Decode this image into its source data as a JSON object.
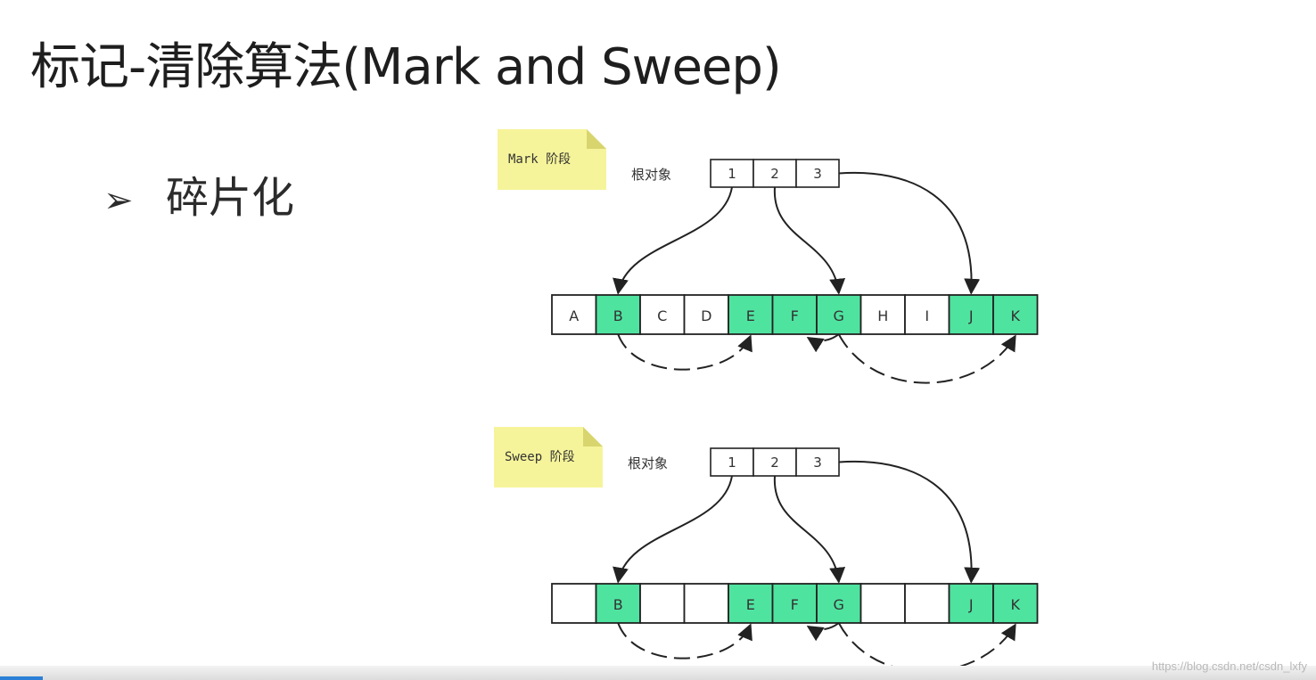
{
  "title": "标记-清除算法(Mark and Sweep)",
  "bullet": {
    "symbol": "➢",
    "text": "碎片化"
  },
  "colors": {
    "live": "#4fe3a0",
    "dead": "#ffffff",
    "note": "#f6f49a",
    "stroke": "#222222"
  },
  "panels": [
    {
      "note": "Mark 阶段",
      "root_label": "根对象",
      "roots": [
        "1",
        "2",
        "3"
      ],
      "cells": [
        {
          "label": "A",
          "live": false
        },
        {
          "label": "B",
          "live": true
        },
        {
          "label": "C",
          "live": false
        },
        {
          "label": "D",
          "live": false
        },
        {
          "label": "E",
          "live": true
        },
        {
          "label": "F",
          "live": true
        },
        {
          "label": "G",
          "live": true
        },
        {
          "label": "H",
          "live": false
        },
        {
          "label": "I",
          "live": false
        },
        {
          "label": "J",
          "live": true
        },
        {
          "label": "K",
          "live": true
        }
      ]
    },
    {
      "note": "Sweep 阶段",
      "root_label": "根对象",
      "roots": [
        "1",
        "2",
        "3"
      ],
      "cells": [
        {
          "label": "",
          "live": false
        },
        {
          "label": "B",
          "live": true
        },
        {
          "label": "",
          "live": false
        },
        {
          "label": "",
          "live": false
        },
        {
          "label": "E",
          "live": true
        },
        {
          "label": "F",
          "live": true
        },
        {
          "label": "G",
          "live": true
        },
        {
          "label": "",
          "live": false
        },
        {
          "label": "",
          "live": false
        },
        {
          "label": "J",
          "live": true
        },
        {
          "label": "K",
          "live": true
        }
      ]
    }
  ],
  "watermark": "https://blog.csdn.net/csdn_lxfy"
}
